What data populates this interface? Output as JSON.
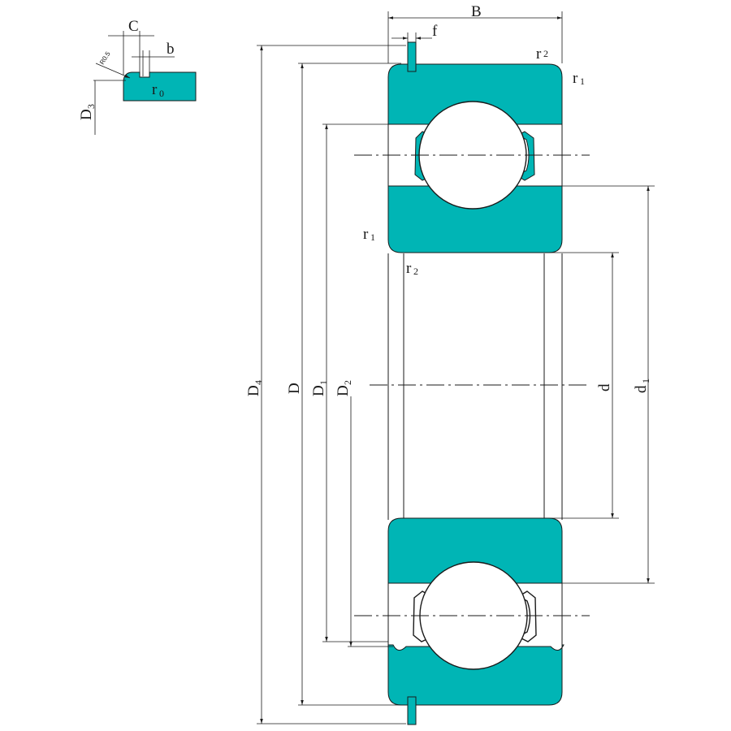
{
  "colors": {
    "ring_fill": "#00b5b5",
    "line": "#1a1a1a",
    "background": "#ffffff"
  },
  "labels": {
    "B": "B",
    "f": "f",
    "C": "C",
    "b": "b",
    "r2": "r",
    "r2_sub": "2",
    "r1": "r",
    "r1_sub": "1",
    "r0": "r",
    "r0_sub": "0",
    "D3": "D",
    "D3_sub": "3",
    "D4": "D",
    "D4_sub": "4",
    "D": "D",
    "D1": "D",
    "D1_sub": "1",
    "D2": "D",
    "D2_sub": "2",
    "d": "d",
    "d1": "d",
    "d1_sub": "1",
    "R05": "R0.5"
  }
}
